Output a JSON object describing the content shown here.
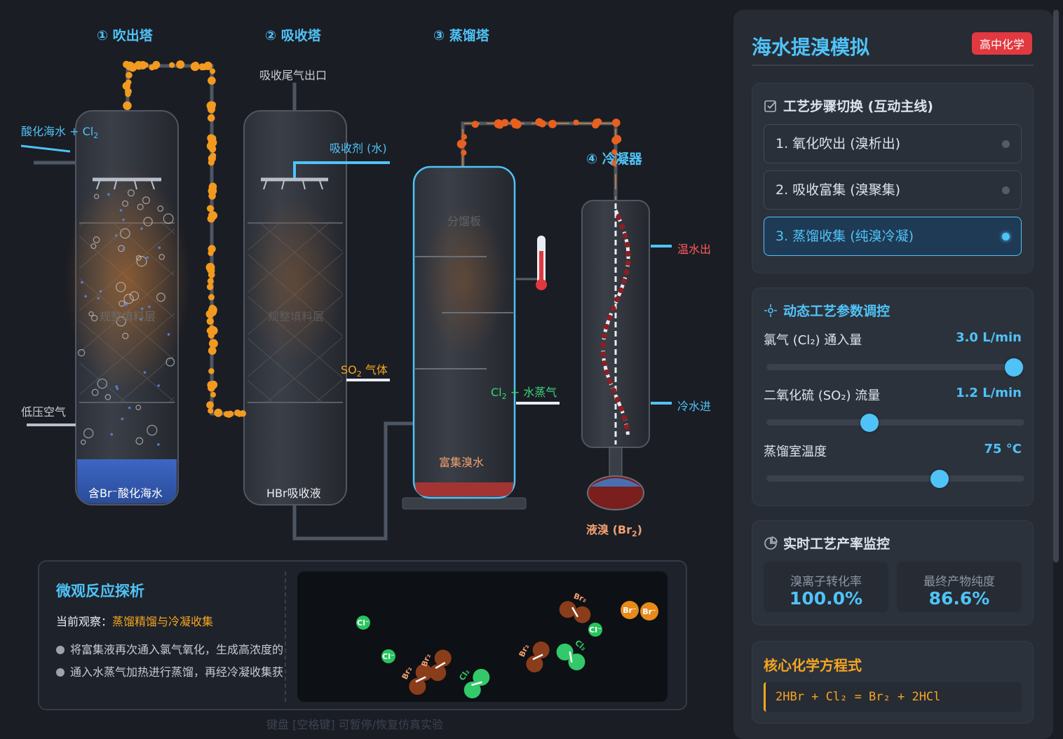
{
  "diagram": {
    "tower_labels": [
      "① 吹出塔",
      "② 吸收塔",
      "③ 蒸馏塔",
      "④ 冷凝器"
    ],
    "inlet_acid_seawater": "酸化海水 + Cl",
    "sub_2": "2",
    "low_pressure_air": "低压空气",
    "packing_label": "规整填料层",
    "tower1_bottom": "含Br⁻酸化海水",
    "absorb_tail_gas": "吸收尾气出口",
    "absorbent": "吸收剂 (水)",
    "so2_gas_pre": "SO",
    "so2_gas_post": " 气体",
    "tower2_bottom": "HBr吸收液",
    "plate_label": "分馏板",
    "cl2_steam_pre": "Cl",
    "cl2_steam_post": " + 水蒸气",
    "enriched_bromine_water": "富集溴水",
    "warm_water_out": "温水出",
    "cold_water_in": "冷水进",
    "liquid_bromine_pre": "液溴 (Br",
    "liquid_bromine_post": ")"
  },
  "micro": {
    "title": "微观反应探析",
    "observe_label": "当前观察：",
    "observe_value": "蒸馏精馏与冷凝收集",
    "bullets": [
      "将富集液再次通入氯气氧化，生成高浓度的",
      "通入水蒸气加热进行蒸馏，再经冷凝收集获"
    ],
    "particles": [
      {
        "label": "Cl⁻"
      },
      {
        "label": "Cl⁻"
      },
      {
        "label": "Cl⁻"
      },
      {
        "label": "Br₂"
      },
      {
        "label": "Br₂"
      },
      {
        "label": "Cl₂"
      },
      {
        "label": "Cl₂"
      },
      {
        "label": "Br₂"
      },
      {
        "label": "Br₂"
      },
      {
        "label": "Br⁻"
      },
      {
        "label": "Br⁻"
      }
    ]
  },
  "hint": "键盘 [空格键] 可暂停/恢复仿真实验",
  "panel": {
    "title": "海水提溴模拟",
    "badge": "高中化学",
    "steps_header": "工艺步骤切换 (互动主线)",
    "steps": [
      {
        "label": "1. 氧化吹出 (溴析出)",
        "active": false
      },
      {
        "label": "2. 吸收富集 (溴聚集)",
        "active": false
      },
      {
        "label": "3. 蒸馏收集 (纯溴冷凝)",
        "active": true
      }
    ],
    "params_header": "动态工艺参数调控",
    "params": [
      {
        "name": "氯气 (Cl₂) 通入量",
        "value": "3.0 L/min",
        "fraction": 0.96
      },
      {
        "name": "二氧化硫 (SO₂) 流量",
        "value": "1.2 L/min",
        "fraction": 0.4
      },
      {
        "name": "蒸馏室温度",
        "value": "75 °C",
        "fraction": 0.67
      }
    ],
    "monitor_header": "实时工艺产率监控",
    "metrics": [
      {
        "label": "溴离子转化率",
        "value": "100.0%"
      },
      {
        "label": "最终产物纯度",
        "value": "86.6%"
      }
    ],
    "equation_header": "核心化学方程式",
    "equation": "2HBr + Cl₂ = Br₂ + 2HCl",
    "colors": {
      "accent": "#4fc3f7",
      "warning": "#f5a623",
      "badge": "#e2383f"
    }
  }
}
